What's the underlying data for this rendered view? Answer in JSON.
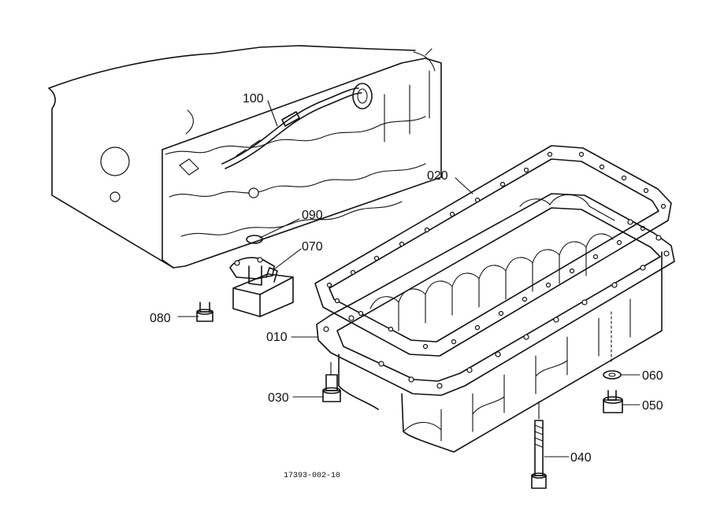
{
  "labels": {
    "p010": "010",
    "p020": "020",
    "p030": "030",
    "p040": "040",
    "p050": "050",
    "p060": "060",
    "p070": "070",
    "p080": "080",
    "p090": "090",
    "p100": "100"
  },
  "drawing_code": "17393-002-10"
}
